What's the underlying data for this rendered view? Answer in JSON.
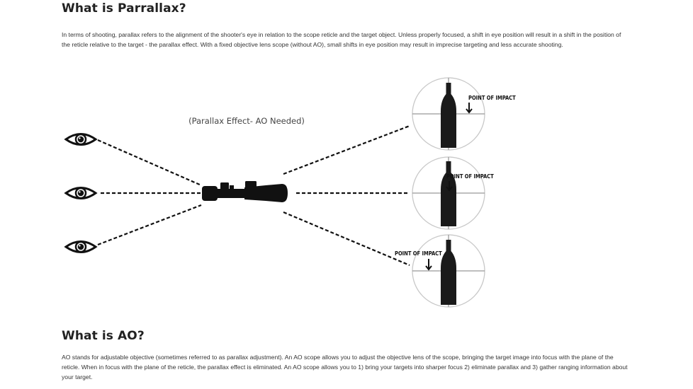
{
  "sections": {
    "parallax": {
      "heading": "What is Parrallax?",
      "body": "In terms of shooting, parallax refers to the alignment of the shooter's eye in relation to the scope reticle and the target object. Unless properly focused, a shift in eye position will result in a shift in the position of the reticle relative to the target - the parallax effect. With a fixed objective lens scope (without AO), small shifts in eye position may result in imprecise targeting and less accurate shooting."
    },
    "ao": {
      "heading": "What is AO?",
      "body": "AO stands for adjustable objective (sometimes referred to as parallax adjustment).  An AO scope allows you to adjust the objective lens of the scope, bringing the target image into focus with the plane of the reticle.  When in focus with the plane of the reticle, the parallax effect is eliminated.  An AO scope allows you to 1) bring your targets into sharper focus 2) eliminate parallax and 3) gather ranging information about your target."
    }
  },
  "diagram": {
    "caption": "(Parallax Effect- AO Needed)",
    "impact_labels": [
      "POINT OF IMPACT",
      "POINT OF IMPACT",
      "POINT OF IMPACT"
    ],
    "icons": [
      "eye-icon",
      "eye-icon",
      "eye-icon",
      "rifle-scope-icon",
      "bottle-icon",
      "bottle-icon",
      "bottle-icon",
      "crosshair-icon"
    ]
  }
}
